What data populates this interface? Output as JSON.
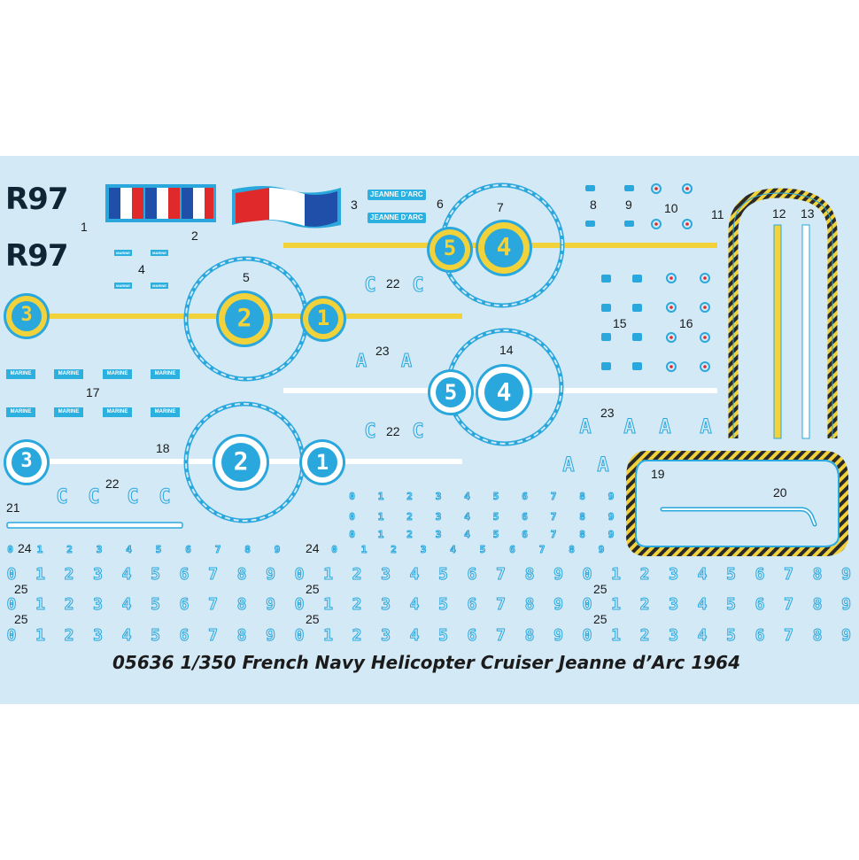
{
  "hull_number": "R97",
  "ship_name": "JEANNE D'ARC",
  "marine_label": "MARINE",
  "caption": "05636  1/350  French Navy Helicopter Cruiser Jeanne d’Arc 1964",
  "flight_deck_numbers": {
    "one": "1",
    "two": "2",
    "three": "3",
    "four": "4",
    "five": "5"
  },
  "letters": {
    "c": "C",
    "a": "A"
  },
  "digits": [
    "0",
    "1",
    "2",
    "3",
    "4",
    "5",
    "6",
    "7",
    "8",
    "9"
  ],
  "part_numbers": {
    "p1": "1",
    "p2": "2",
    "p3": "3",
    "p4": "4",
    "p5": "5",
    "p6": "6",
    "p7": "7",
    "p8": "8",
    "p9": "9",
    "p10": "10",
    "p11": "11",
    "p12": "12",
    "p13": "13",
    "p14": "14",
    "p15": "15",
    "p16": "16",
    "p17": "17",
    "p18": "18",
    "p19": "19",
    "p20": "20",
    "p21": "21",
    "p22": "22",
    "p23": "23",
    "p24": "24",
    "p25": "25"
  },
  "colors": {
    "sheet_bg": "#d3e9f6",
    "decal_blue": "#2aa8dd",
    "decal_yellow": "#f2d23a",
    "hull_text": "#0f2535",
    "flag_blue": "#1f4fa8",
    "flag_red": "#e0292b",
    "hazard_black": "#2a2a2a"
  }
}
